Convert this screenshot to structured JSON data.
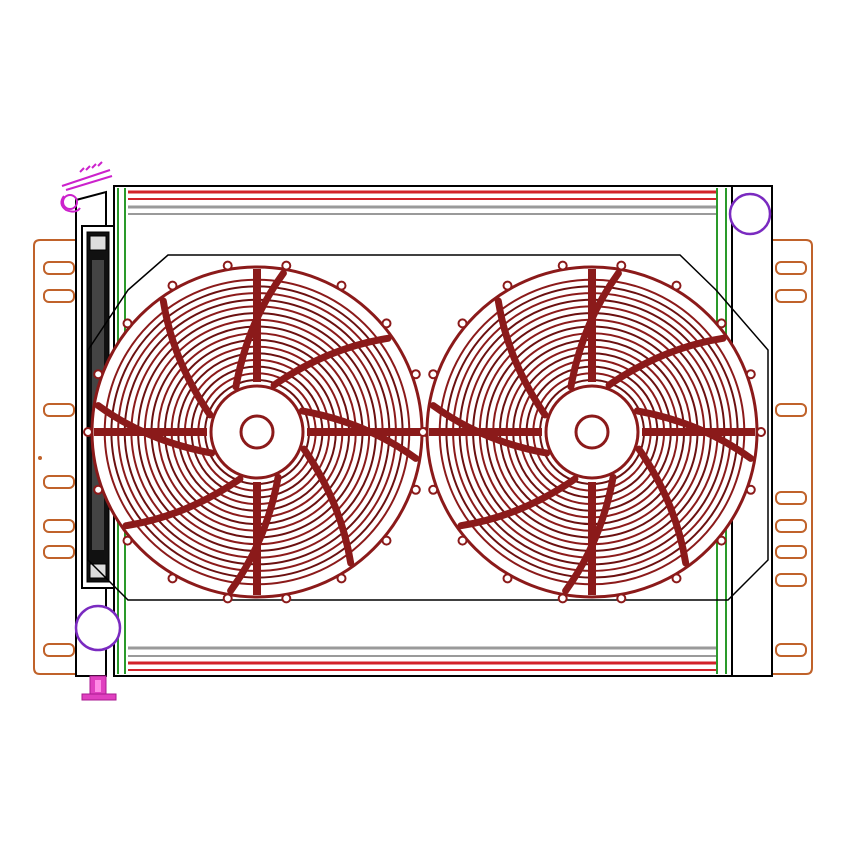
{
  "diagram": {
    "subject": "radiator-with-dual-electric-fans",
    "fan_count": 2,
    "blade_count": 8,
    "shroud_ring_count": 16
  },
  "colors": {
    "background": "#ffffff",
    "outline": "#000000",
    "fan": "#8b1a1a",
    "fan_dark": "#6b1010",
    "tank_outline": "#c0622a",
    "red_tube": "#d2232a",
    "gray_tube": "#9a9a9a",
    "green_line": "#2a9a2a",
    "accent": "#cc22cc",
    "purple": "#7a2ac0"
  },
  "icons": {
    "logo": "logo-icon",
    "drain": "drain-valve-icon",
    "inlet": "inlet-neck-icon",
    "outlet": "outlet-neck-icon"
  }
}
